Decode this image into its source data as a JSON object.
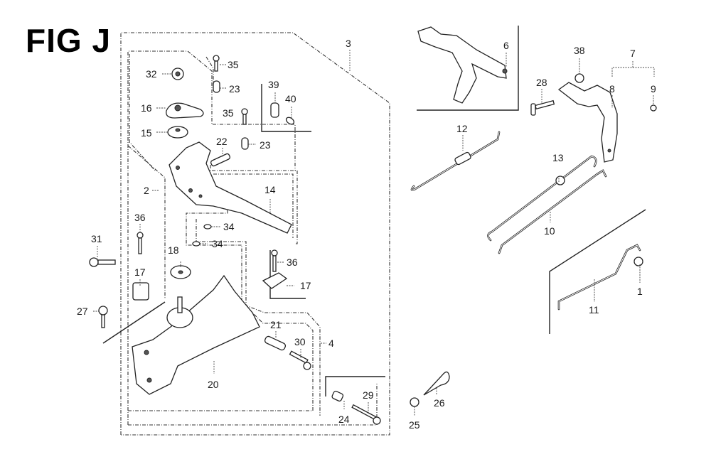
{
  "figure": {
    "title": "FIG J",
    "type": "exploded parts diagram"
  },
  "callouts": [
    {
      "id": "c3",
      "label": "3"
    },
    {
      "id": "c35a",
      "label": "35"
    },
    {
      "id": "c32",
      "label": "32"
    },
    {
      "id": "c23a",
      "label": "23"
    },
    {
      "id": "c16",
      "label": "16"
    },
    {
      "id": "c35b",
      "label": "35"
    },
    {
      "id": "c15",
      "label": "15"
    },
    {
      "id": "c22",
      "label": "22"
    },
    {
      "id": "c23b",
      "label": "23"
    },
    {
      "id": "c39",
      "label": "39"
    },
    {
      "id": "c40",
      "label": "40"
    },
    {
      "id": "c2",
      "label": "2"
    },
    {
      "id": "c14",
      "label": "14"
    },
    {
      "id": "c36a",
      "label": "36"
    },
    {
      "id": "c34a",
      "label": "34"
    },
    {
      "id": "c34b",
      "label": "34"
    },
    {
      "id": "c31",
      "label": "31"
    },
    {
      "id": "c18",
      "label": "18"
    },
    {
      "id": "c36b",
      "label": "36"
    },
    {
      "id": "c17a",
      "label": "17"
    },
    {
      "id": "c17b",
      "label": "17"
    },
    {
      "id": "c27",
      "label": "27"
    },
    {
      "id": "c21",
      "label": "21"
    },
    {
      "id": "c30",
      "label": "30"
    },
    {
      "id": "c4",
      "label": "4"
    },
    {
      "id": "c20",
      "label": "20"
    },
    {
      "id": "c29",
      "label": "29"
    },
    {
      "id": "c24",
      "label": "24"
    },
    {
      "id": "c6",
      "label": "6"
    },
    {
      "id": "c38",
      "label": "38"
    },
    {
      "id": "c7",
      "label": "7"
    },
    {
      "id": "c28",
      "label": "28"
    },
    {
      "id": "c8",
      "label": "8"
    },
    {
      "id": "c9",
      "label": "9"
    },
    {
      "id": "c12",
      "label": "12"
    },
    {
      "id": "c13",
      "label": "13"
    },
    {
      "id": "c10",
      "label": "10"
    },
    {
      "id": "c11",
      "label": "11"
    },
    {
      "id": "c1",
      "label": "1"
    },
    {
      "id": "c26",
      "label": "26"
    },
    {
      "id": "c25",
      "label": "25"
    }
  ]
}
